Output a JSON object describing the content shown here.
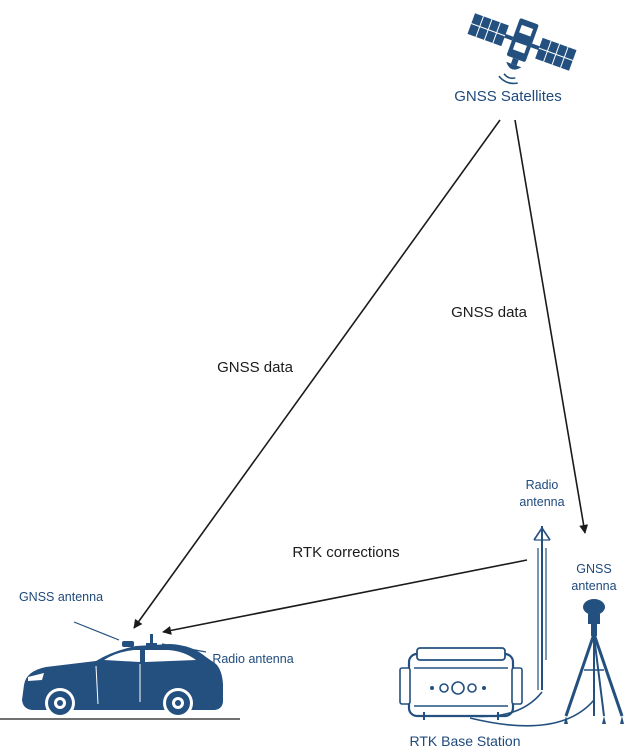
{
  "labels": {
    "satellites": "GNSS Satellites",
    "gnss_data_left": "GNSS data",
    "gnss_data_right": "GNSS data",
    "rtk_corrections": "RTK corrections",
    "car_gnss_antenna": "GNSS antenna",
    "car_radio_antenna": "Radio antenna",
    "base_radio_antenna_line1": "Radio",
    "base_radio_antenna_line2": "antenna",
    "base_gnss_antenna_line1": "GNSS",
    "base_gnss_antenna_line2": "antenna",
    "base_station": "RTK Base Station"
  },
  "colors": {
    "brand_blue": "#23507f",
    "label_blue": "#1e4a7c",
    "arrow": "#1b1b1b"
  }
}
